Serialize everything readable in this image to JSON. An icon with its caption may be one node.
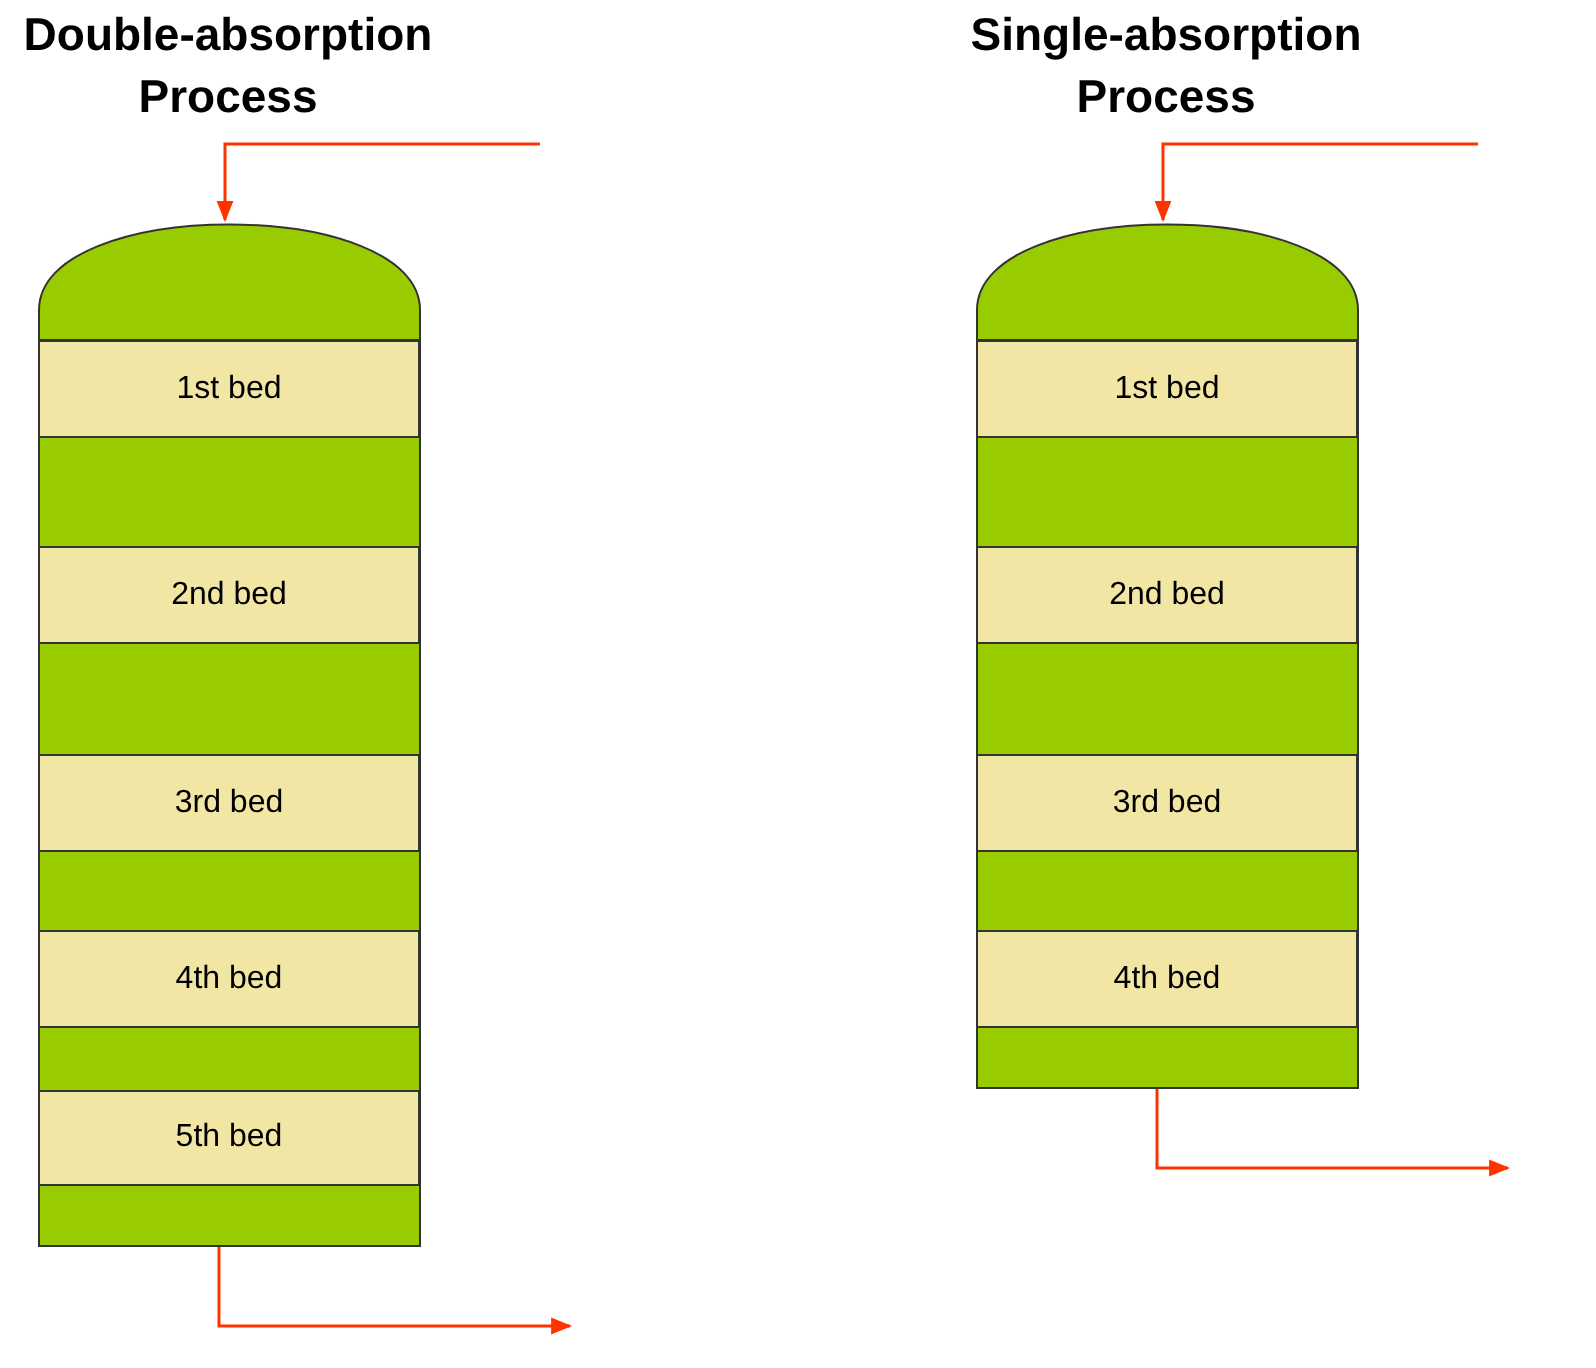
{
  "diagram": {
    "nodes": [
      {
        "text": [
          "Double-absorption Process"
        ]
      },
      {
        "text": [
          "1st bed"
        ],
        "in": 0
      },
      {
        "text": [
          "2nd bed"
        ],
        "in": 0
      },
      {
        "text": [
          "3rd bed"
        ],
        "in": 0
      },
      {
        "text": [
          "4th bed"
        ],
        "in": 0
      },
      {
        "text": [
          "5th bed"
        ],
        "in": 0
      },
      {
        "text": [
          "Single-absorption Process"
        ]
      },
      {
        "text": [
          "1st bed"
        ],
        "in": 6
      },
      {
        "text": [
          "2nd bed"
        ],
        "in": 6
      },
      {
        "text": [
          "3rd bed"
        ],
        "in": 6
      },
      {
        "text": [
          "4th bed"
        ],
        "in": 6
      }
    ],
    "edges": [
      {
        "from": null,
        "to": 0,
        "arrow": "to"
      },
      {
        "from": 0,
        "to": null,
        "arrow": "to"
      },
      {
        "from": null,
        "to": 6,
        "arrow": "to"
      },
      {
        "from": 6,
        "to": null,
        "arrow": "to"
      }
    ]
  }
}
